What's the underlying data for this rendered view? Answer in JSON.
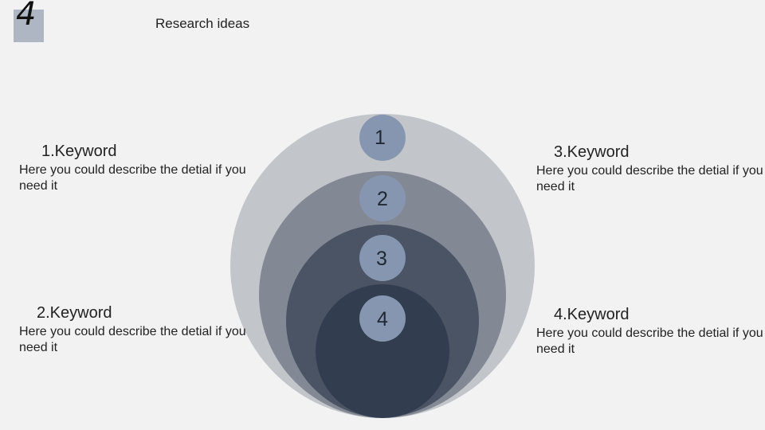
{
  "header": {
    "section_number": "4",
    "title": "Research ideas"
  },
  "diagram": {
    "rings": [
      {
        "label": "1",
        "fill": "#c2c5ca"
      },
      {
        "label": "2",
        "fill": "#838994"
      },
      {
        "label": "3",
        "fill": "#4b5464"
      },
      {
        "label": "4",
        "fill": "#333d50"
      }
    ],
    "marker_fill": "#8696b0"
  },
  "keywords": [
    {
      "title": "1.Keyword",
      "description": "Here you could describe the detial if you need it"
    },
    {
      "title": "2.Keyword",
      "description": "Here you could describe the detial if you need it"
    },
    {
      "title": "3.Keyword",
      "description": "Here you could describe the detial if you need it"
    },
    {
      "title": "4.Keyword",
      "description": "Here you could describe the detial if you need it"
    }
  ]
}
